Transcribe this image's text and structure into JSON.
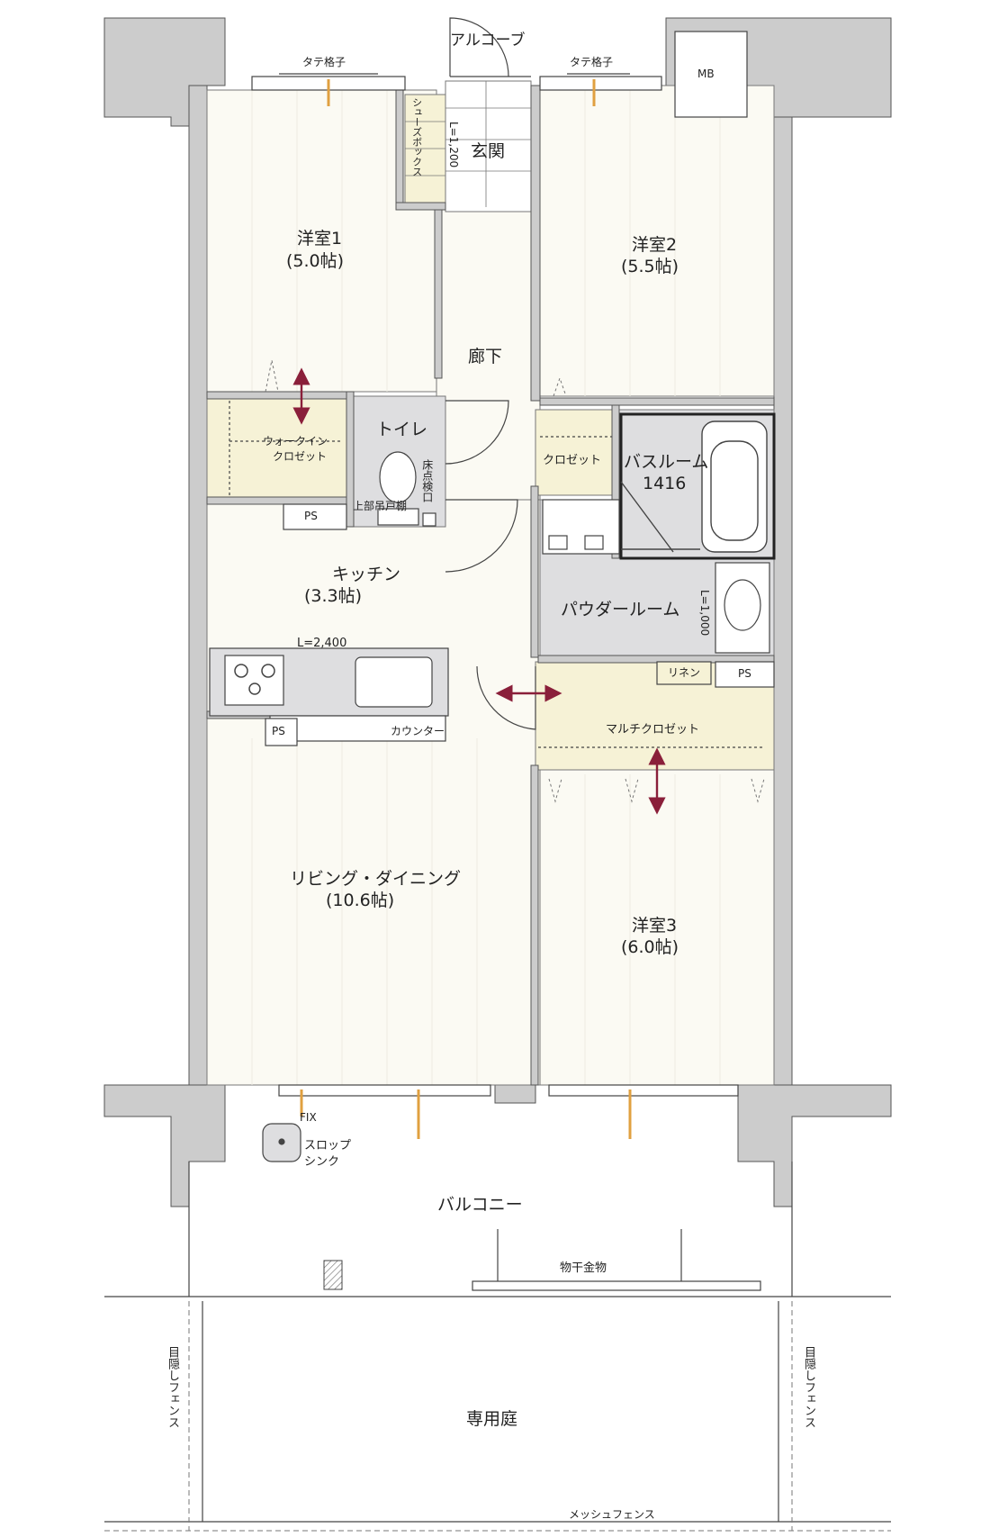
{
  "rooms": {
    "western1": {
      "name": "洋室1",
      "size": "(5.0帖)"
    },
    "western2": {
      "name": "洋室2",
      "size": "(5.5帖)"
    },
    "western3": {
      "name": "洋室3",
      "size": "(6.0帖)"
    },
    "living": {
      "name": "リビング・ダイニング",
      "size": "(10.6帖)"
    },
    "kitchen": {
      "name": "キッチン",
      "size": "(3.3帖)"
    },
    "entrance": "玄関",
    "hallway": "廊下",
    "toilet": "トイレ",
    "bathroom": {
      "name": "バスルーム",
      "size": "1416"
    },
    "powder": "パウダールーム",
    "walkin": {
      "line1": "ウォークイン",
      "line2": "クロゼット"
    },
    "closet": "クロゼット",
    "multi_closet": "マルチクロゼット",
    "balcony": "バルコニー",
    "garden": "専用庭"
  },
  "labels": {
    "alcove": "アルコーブ",
    "lattice_left": "タテ格子",
    "lattice_right": "タテ格子",
    "mb": "MB",
    "shoe_box": "シューズボックス",
    "shoe_dim": "L=1,200",
    "floor_check": "床点検口",
    "upper_shelf": "上部吊戸棚",
    "ps1": "PS",
    "ps2": "PS",
    "ps3": "PS",
    "linen": "リネン",
    "powder_dim": "L=1,000",
    "kitchen_dim": "L=2,400",
    "counter": "カウンター",
    "fix": "FIX",
    "slop_sink_1": "スロップ",
    "slop_sink_2": "シンク",
    "laundry": "物干金物",
    "fence_left": "目隠しフェンス",
    "fence_right": "目隠しフェンス",
    "mesh_fence": "メッシュフェンス"
  },
  "colors": {
    "wall": "#cccccc",
    "floor": "#fbfaf3",
    "wet_area": "#dedee0",
    "closet": "#f6f2d6",
    "accent_arrow": "#8a1f3a",
    "line": "#333333"
  }
}
